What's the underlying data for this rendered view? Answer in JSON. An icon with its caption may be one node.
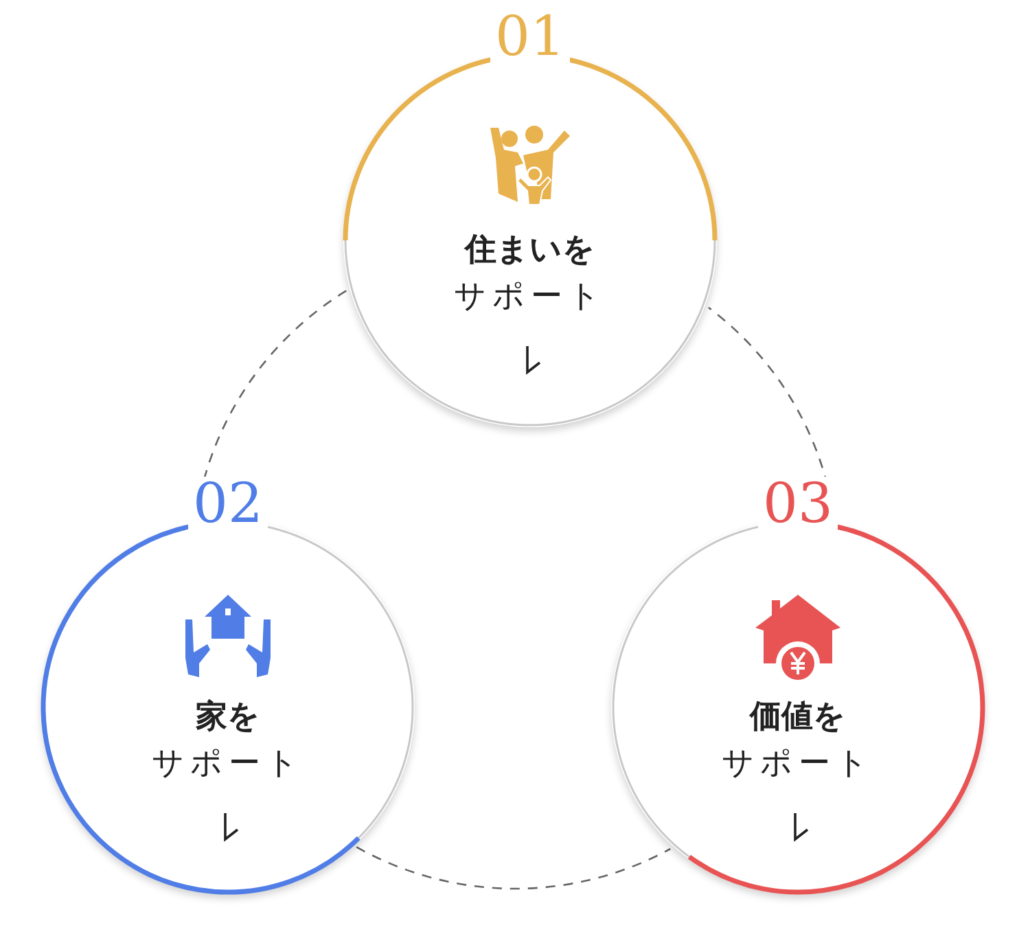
{
  "diagram": {
    "nodes": [
      {
        "text": [
          "01",
          "住まいを",
          "サポート"
        ]
      },
      {
        "text": [
          "02",
          "家を",
          "サポート"
        ]
      },
      {
        "text": [
          "03",
          "価値を",
          "サポート"
        ]
      }
    ],
    "edges": [
      {
        "from": 0,
        "to": 1,
        "arrow": "none",
        "style": "dashed"
      },
      {
        "from": 1,
        "to": 2,
        "arrow": "none",
        "style": "dashed"
      },
      {
        "from": 2,
        "to": 0,
        "arrow": "none",
        "style": "dashed"
      }
    ]
  }
}
